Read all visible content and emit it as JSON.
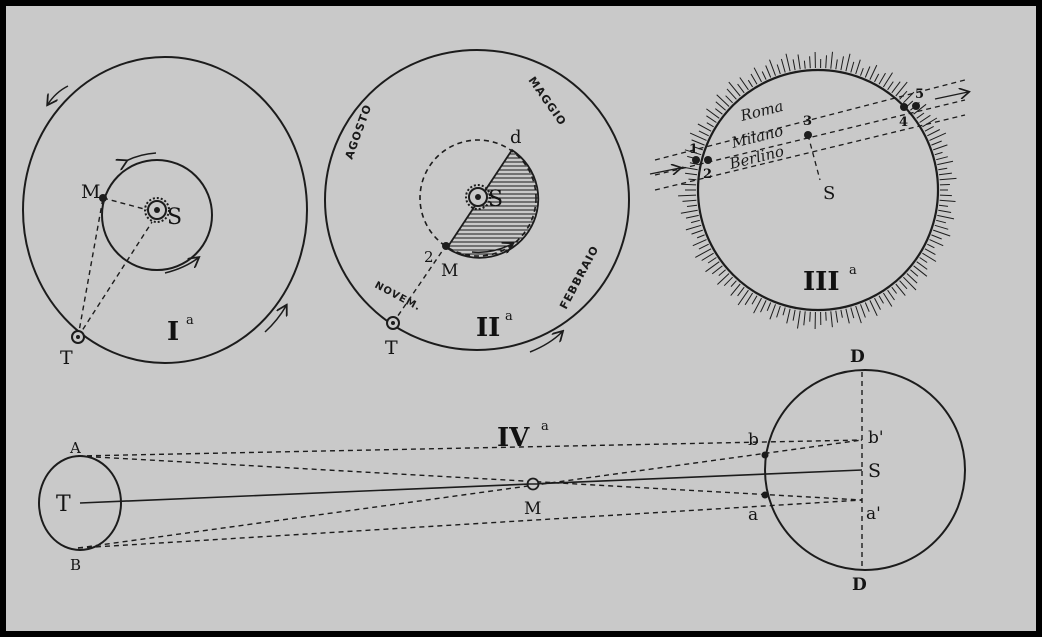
{
  "fig1": {
    "labels": {
      "M": "M",
      "S": "S",
      "T": "T"
    },
    "numeral": "I",
    "sup": "a"
  },
  "fig2": {
    "labels": {
      "d": "d",
      "S": "S",
      "point2": "2",
      "M": "M",
      "T": "T"
    },
    "months": {
      "agosto": "AGOSTO",
      "maggio": "MAGGIO",
      "febbraio": "FEBBRAIO",
      "novem": "NOVEM."
    },
    "numeral": "II",
    "sup": "a"
  },
  "fig3": {
    "cities": {
      "roma": "Roma",
      "milano": "Milano",
      "berlino": "Berlino"
    },
    "points": {
      "p1": "1",
      "p2": "2",
      "p3": "3",
      "p4": "4",
      "p5": "5"
    },
    "S": "S",
    "numeral": "III",
    "sup": "a"
  },
  "fig4": {
    "labels": {
      "A": "A",
      "B": "B",
      "T": "T",
      "M": "M",
      "b": "b",
      "a": "a",
      "S": "S",
      "D_top": "D",
      "D_bottom": "D",
      "b_prime": "b'",
      "a_prime": "a'"
    },
    "numeral": "IV",
    "sup": "a"
  },
  "colors": {
    "paper": "#c9c9c9",
    "ink": "#1c1c1c",
    "frame": "#000000"
  }
}
